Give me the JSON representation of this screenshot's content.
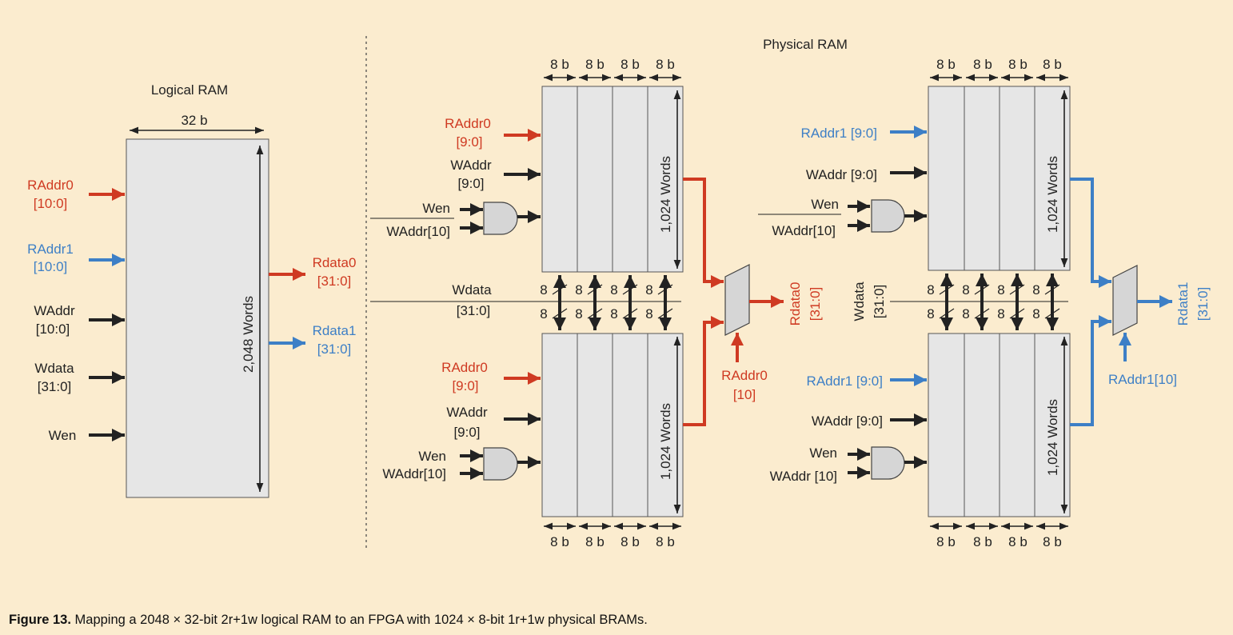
{
  "titles": {
    "logical": "Logical RAM",
    "physical": "Physical RAM"
  },
  "logical": {
    "width": "32 b",
    "depth": "2,048 Words",
    "inputs": [
      {
        "line1": "RAddr0",
        "line2": "[10:0]",
        "color": "red"
      },
      {
        "line1": "RAddr1",
        "line2": "[10:0]",
        "color": "blue"
      },
      {
        "line1": "WAddr",
        "line2": "[10:0]",
        "color": "black"
      },
      {
        "line1": "Wdata",
        "line2": "[31:0]",
        "color": "black"
      },
      {
        "line1": "Wen",
        "line2": "",
        "color": "black"
      }
    ],
    "outputs": [
      {
        "line1": "Rdata0",
        "line2": "[31:0]",
        "color": "red"
      },
      {
        "line1": "Rdata1",
        "line2": "[31:0]",
        "color": "blue"
      }
    ]
  },
  "physical": {
    "byte_width": "8 b",
    "block_depth": "1,024 Words",
    "bus_width": "8",
    "left": {
      "top_raddr": [
        "RAddr0",
        "[9:0]"
      ],
      "top_waddr": [
        "WAddr",
        "[9:0]"
      ],
      "top_wen": "Wen",
      "top_wen_addr": "WAddr[10]",
      "wdata": [
        "Wdata",
        "[31:0]"
      ],
      "bot_raddr": [
        "RAddr0",
        "[9:0]"
      ],
      "bot_waddr": [
        "WAddr",
        "[9:0]"
      ],
      "bot_wen": "Wen",
      "bot_wen_addr": "WAddr[10]",
      "mux_out": [
        "Rdata0",
        "[31:0]"
      ],
      "mux_sel": [
        "RAddr0",
        "[10]"
      ]
    },
    "right": {
      "top_raddr": "RAddr1 [9:0]",
      "top_waddr": "WAddr [9:0]",
      "top_wen": "Wen",
      "top_wen_addr": "WAddr[10]",
      "wdata": [
        "Wdata",
        "[31:0]"
      ],
      "bot_raddr": "RAddr1 [9:0]",
      "bot_waddr": "WAddr [9:0]",
      "bot_wen": "Wen",
      "bot_wen_addr": "WAddr [10]",
      "mux_out": [
        "Rdata1",
        "[31:0]"
      ],
      "mux_sel": "RAddr1[10]"
    }
  },
  "caption": {
    "label": "Figure 13.",
    "text": " Mapping a 2048 × 32-bit 2r+1w logical RAM to an FPGA with 1024 × 8-bit 1r+1w physical BRAMs."
  },
  "colors": {
    "red": "#cf3a22",
    "blue": "#3d7fc6",
    "black": "#222222",
    "block_fill": "#e6e6e6",
    "background": "#fbeccf"
  }
}
